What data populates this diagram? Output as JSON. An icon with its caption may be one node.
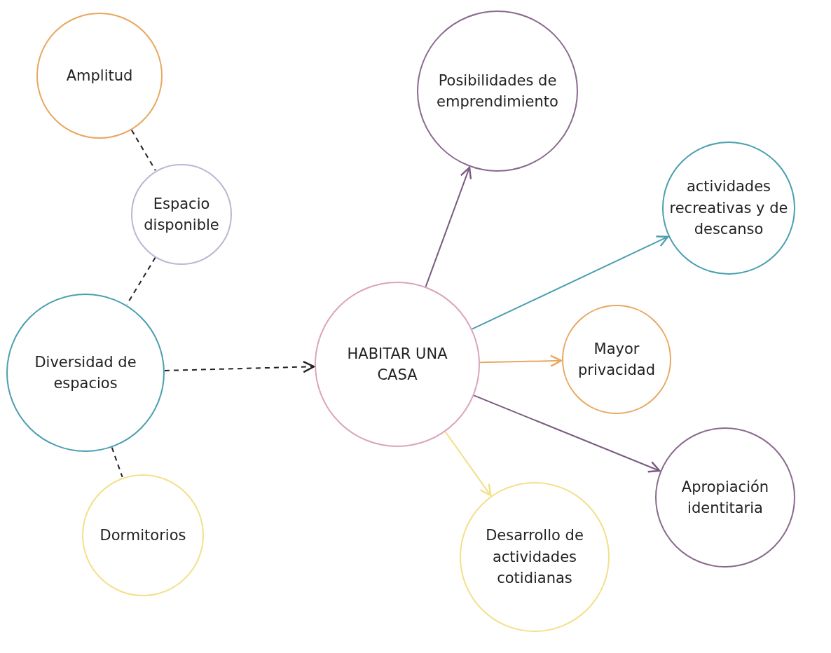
{
  "diagram": {
    "nodes": [
      {
        "text": [
          "Amplitud"
        ]
      },
      {
        "text": [
          "Espacio disponible"
        ]
      },
      {
        "text": [
          "Diversidad de espacios"
        ]
      },
      {
        "text": [
          "Dormitorios"
        ]
      },
      {
        "text": [
          "HABITAR UNA CASA"
        ]
      },
      {
        "text": [
          "Posibilidades de emprendimiento"
        ]
      },
      {
        "text": [
          "actividades recreativas y de descanso"
        ]
      },
      {
        "text": [
          "Mayor privacidad"
        ]
      },
      {
        "text": [
          "Apropiación identitaria"
        ]
      },
      {
        "text": [
          "Desarrollo de actividades cotidianas"
        ]
      }
    ],
    "edges": [
      {
        "from": 0,
        "to": 1,
        "arrow": "none",
        "style": "dashed"
      },
      {
        "from": 1,
        "to": 2,
        "arrow": "none",
        "style": "dashed"
      },
      {
        "from": 2,
        "to": 3,
        "arrow": "none",
        "style": "dashed"
      },
      {
        "from": 2,
        "to": 4,
        "arrow": "to",
        "style": "dashed"
      },
      {
        "from": 4,
        "to": 5,
        "arrow": "to",
        "color": "#7a5a80"
      },
      {
        "from": 4,
        "to": 6,
        "arrow": "to",
        "color": "#4a9fb0"
      },
      {
        "from": 4,
        "to": 7,
        "arrow": "to",
        "color": "#e8a860"
      },
      {
        "from": 4,
        "to": 8,
        "arrow": "to",
        "color": "#7a5a80"
      },
      {
        "from": 4,
        "to": 9,
        "arrow": "to",
        "color": "#f2e08a"
      }
    ]
  }
}
